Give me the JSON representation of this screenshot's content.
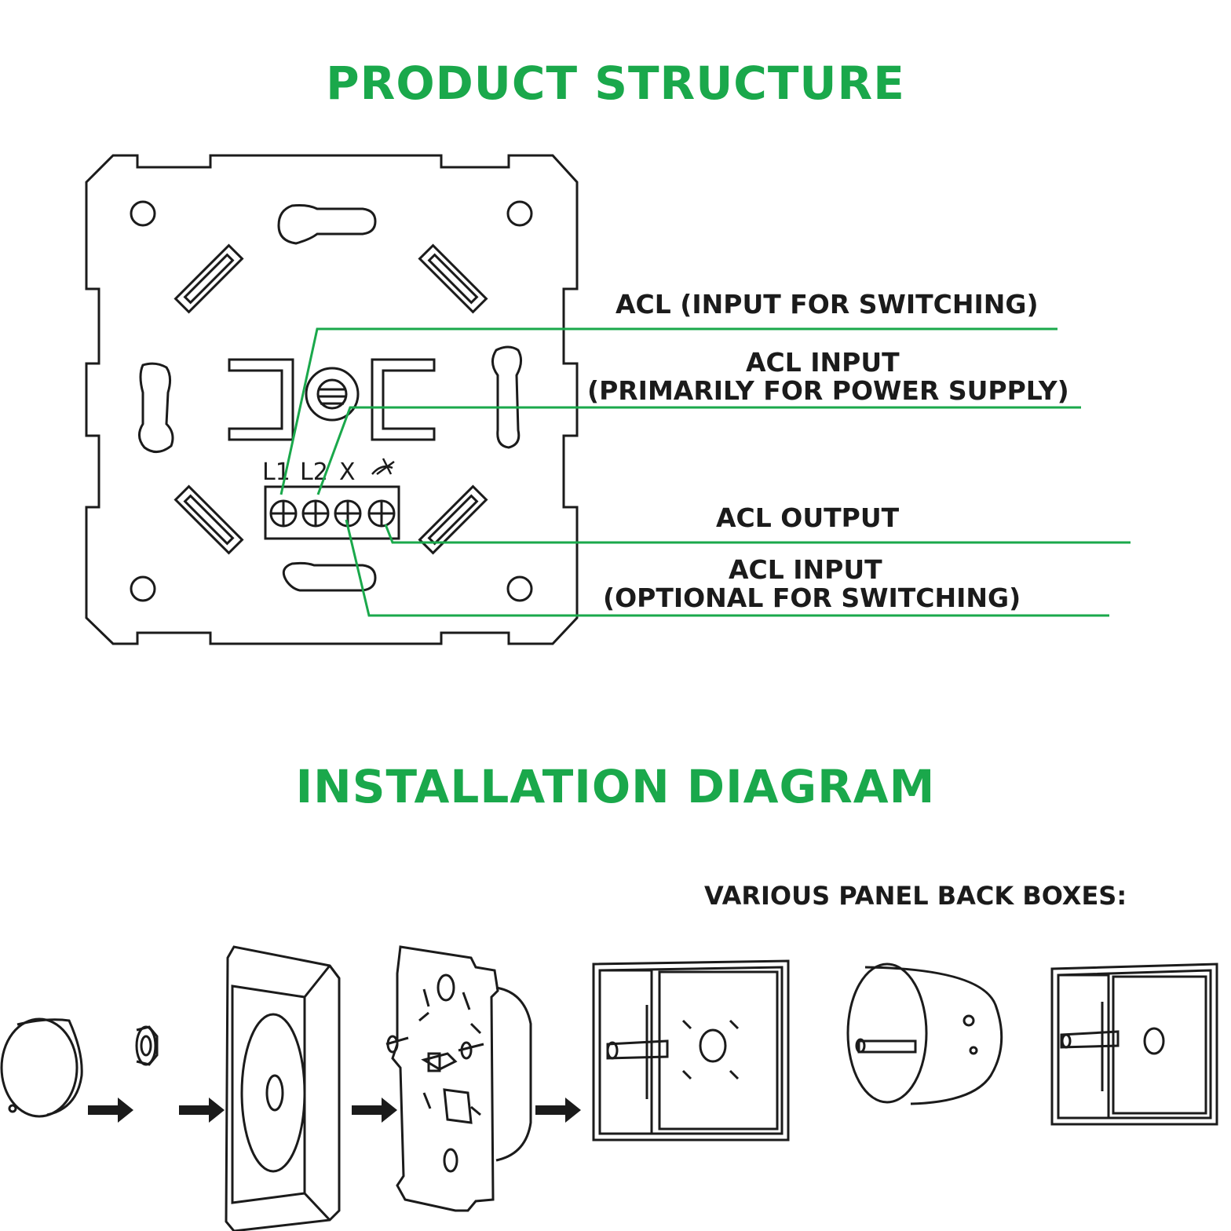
{
  "sections": {
    "product_structure_title": "PRODUCT STRUCTURE",
    "installation_title": "INSTALLATION DIAGRAM",
    "back_boxes_label": "VARIOUS PANEL BACK BOXES:"
  },
  "terminals": {
    "l1": "L1",
    "l2": "L2",
    "x": "X"
  },
  "callouts": {
    "acl_switching": "ACL (INPUT FOR SWITCHING)",
    "acl_input_line1": "ACL INPUT",
    "acl_input_line2": "(PRIMARILY FOR POWER SUPPLY)",
    "acl_output": "ACL OUTPUT",
    "acl_optional_line1": "ACL INPUT",
    "acl_optional_line2": "(OPTIONAL FOR SWITCHING)"
  },
  "colors": {
    "accent": "#1aa84b",
    "line": "#1b1b1b"
  }
}
